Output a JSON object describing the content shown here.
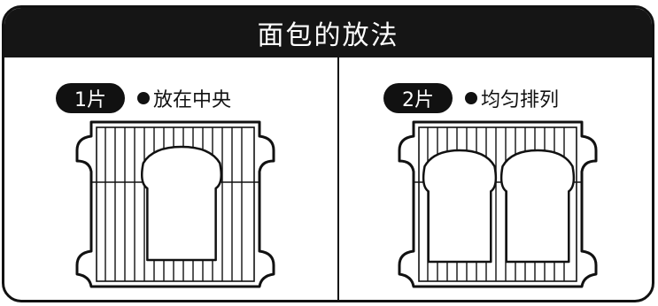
{
  "header": {
    "title": "面包的放法"
  },
  "left": {
    "count_label": "1片",
    "description": "放在中央"
  },
  "right": {
    "count_label": "2片",
    "description": "均匀排列"
  }
}
